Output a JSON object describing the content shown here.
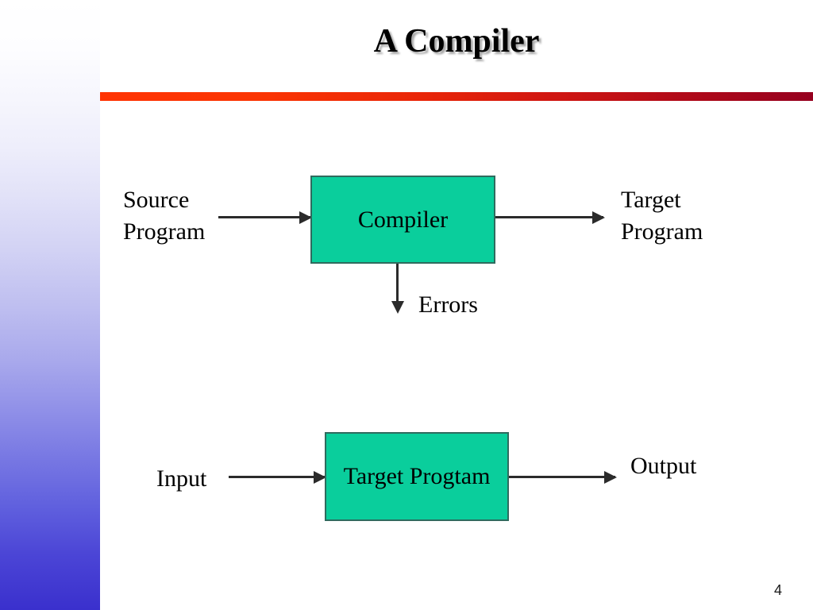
{
  "slide": {
    "title": "A Compiler",
    "page_number": "4",
    "background_color": "#ffffff",
    "accent_rule_start_color": "#ff3403",
    "accent_rule_end_color": "#96001f",
    "side_band_top_color": "#ffffff",
    "side_band_bottom_color": "#3a30cd",
    "box_fill_color": "#0ace9c",
    "box_border_color": "#2f6b5e",
    "arrow_color": "#2b2b2b"
  },
  "diagram_top": {
    "input_label": "Source\nProgram",
    "box_label": "Compiler",
    "output_label": "Target\nProgram",
    "error_label": "Errors"
  },
  "diagram_bottom": {
    "input_label": "Input",
    "box_label": "Target Progtam",
    "output_label": "Output"
  }
}
